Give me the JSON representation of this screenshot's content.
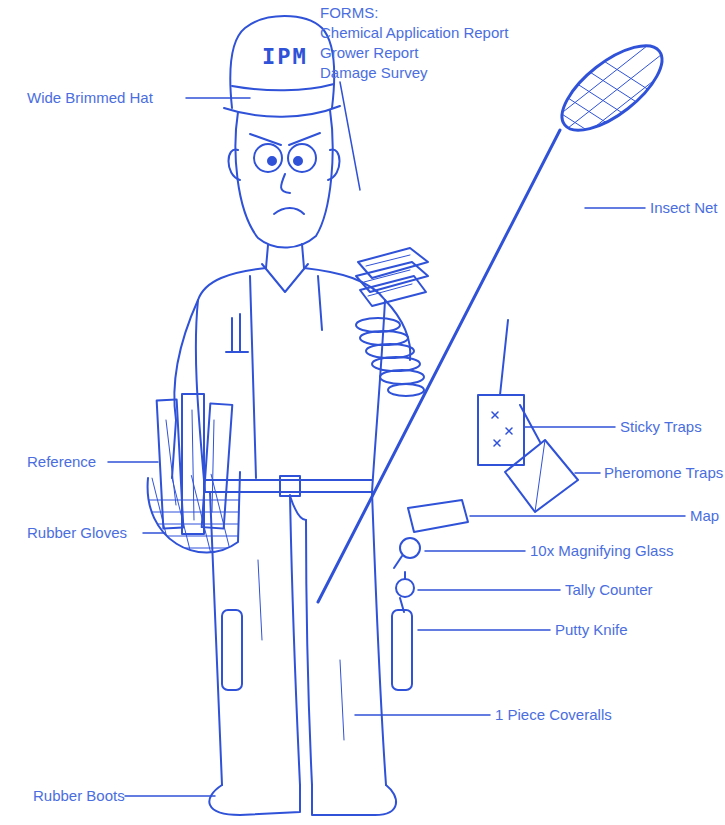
{
  "diagram": {
    "labels": [
      "IPM",
      "FORMS:",
      "Chemical Application Report",
      "Grower Report",
      "Damage Survey",
      "Wide Brimmed Hat",
      "Insect Net",
      "Sticky Traps",
      "Pheromone Traps",
      "Reference",
      "Map",
      "Rubber Gloves",
      "10x Magnifying Glass",
      "Tally Counter",
      "Putty Knife",
      "1 Piece Coveralls",
      "Rubber Boots"
    ]
  }
}
